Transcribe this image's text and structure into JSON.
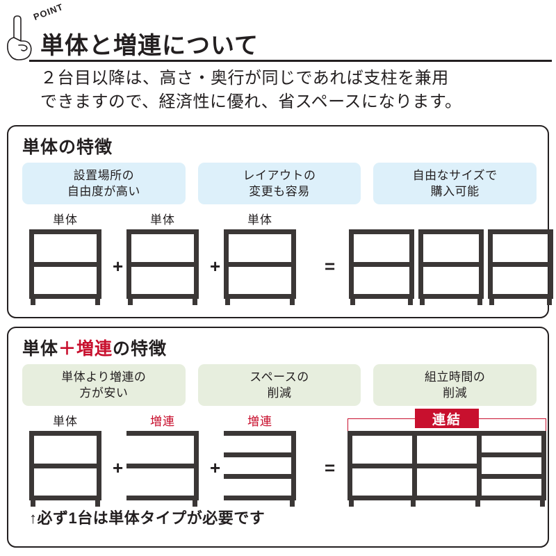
{
  "header": {
    "point_badge": "POINT",
    "icon": "pointing-hand-icon",
    "title": "単体と増連について",
    "subtitle_line1": "２台目以降は、高さ・奥行が同じであれば支柱を兼用",
    "subtitle_line2": "できますので、経済性に優れ、省スペースになります。"
  },
  "colors": {
    "ink": "#231f20",
    "shelf": "#3b3736",
    "accent_red": "#c8102e",
    "chip_blue": "#ddf0fa",
    "chip_green": "#e7eede"
  },
  "panel_single": {
    "title": "単体の特徴",
    "chips": [
      {
        "line1": "設置場所の",
        "line2": "自由度が高い"
      },
      {
        "line1": "レイアウトの",
        "line2": "変更も容易"
      },
      {
        "line1": "自由なサイズで",
        "line2": "購入可能"
      }
    ],
    "equation": {
      "operators": [
        "+",
        "+",
        "="
      ],
      "terms": [
        {
          "label": "単体",
          "type": "standalone",
          "shelves": 3
        },
        {
          "label": "単体",
          "type": "standalone",
          "shelves": 3
        },
        {
          "label": "単体",
          "type": "standalone",
          "shelves": 3
        }
      ],
      "result": {
        "bays": [
          {
            "type": "standalone",
            "shelves": 3
          },
          {
            "type": "standalone",
            "shelves": 3
          },
          {
            "type": "standalone",
            "shelves": 3
          }
        ]
      }
    }
  },
  "panel_combo": {
    "title_main": "単体",
    "title_accent": "＋増連",
    "title_tail": "の特徴",
    "chips": [
      {
        "line1": "単体より増連の",
        "line2": "方が安い"
      },
      {
        "line1": "スペースの",
        "line2": "削減"
      },
      {
        "line1": "組立時間の",
        "line2": "削減"
      }
    ],
    "equation": {
      "operators": [
        "+",
        "+",
        "="
      ],
      "terms": [
        {
          "label": "単体",
          "label_color": "ink",
          "type": "standalone",
          "shelves": 3
        },
        {
          "label": "増連",
          "label_color": "red",
          "type": "add-on",
          "shelves": 3
        },
        {
          "label": "増連",
          "label_color": "red",
          "type": "add-on",
          "shelves": 4
        }
      ],
      "result": {
        "badge": "連結",
        "bays": [
          {
            "type": "standalone",
            "shelves": 3
          },
          {
            "type": "add-on",
            "shelves": 3
          },
          {
            "type": "add-on",
            "shelves": 4
          }
        ]
      }
    },
    "footnote": "↑必ず1台は単体タイプが必要です"
  }
}
